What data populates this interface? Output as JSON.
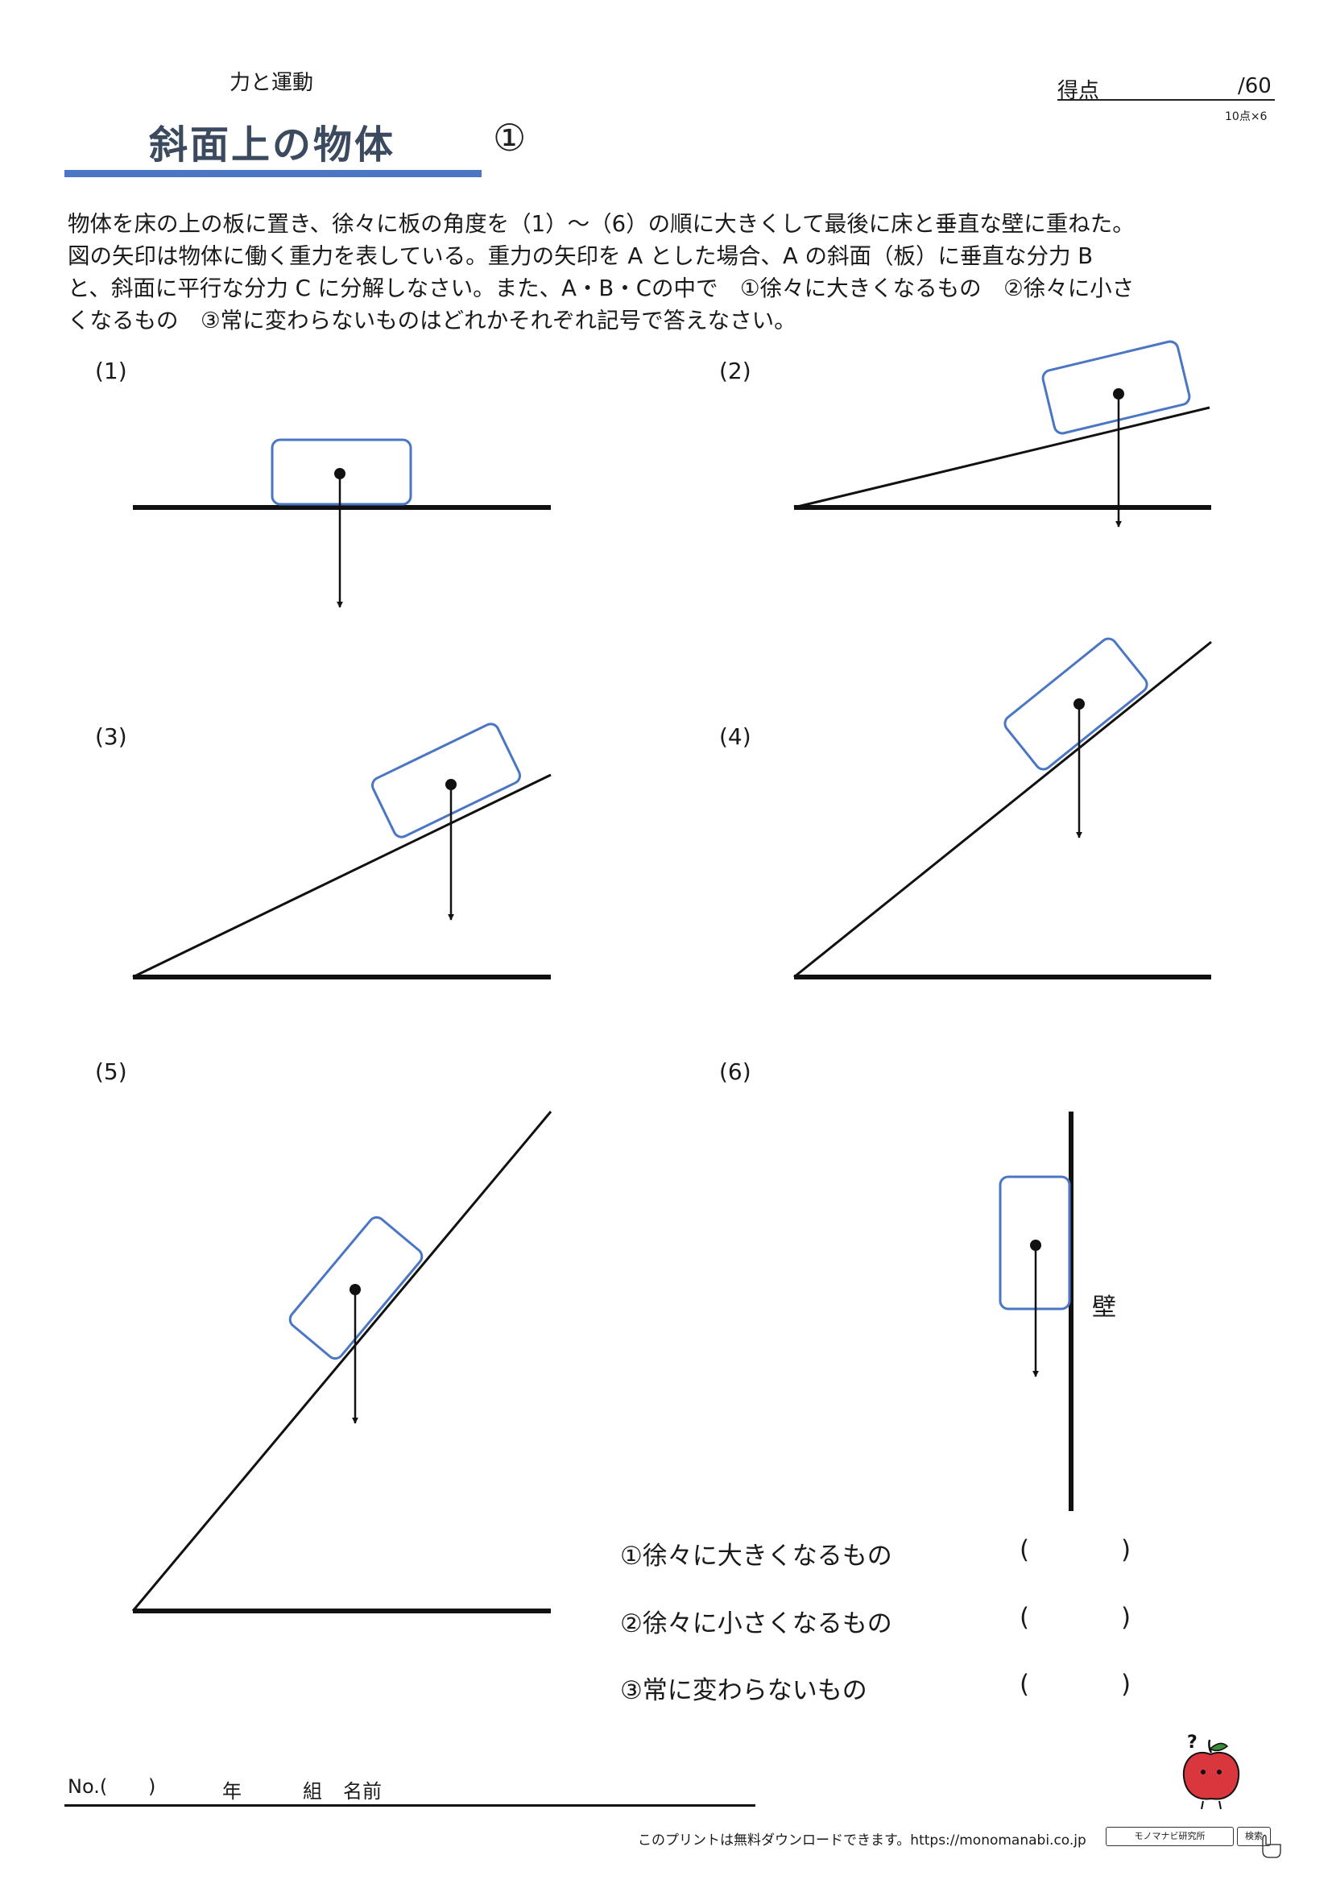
{
  "header": {
    "subject": "力と運動",
    "title": "斜面上の物体",
    "title_number": "①",
    "score_label": "得点",
    "score_total": "/60",
    "score_note": "10点×6"
  },
  "instructions": [
    "物体を床の上の板に置き、徐々に板の角度を（1）～（6）の順に大きくして最後に床と垂直な壁に重ねた。",
    "図の矢印は物体に働く重力を表している。重力の矢印を A とした場合、A の斜面（板）に垂直な分力 B",
    "と、斜面に平行な分力 C に分解しなさい。また、A・B・Cの中で　①徐々に大きくなるもの　②徐々に小さ",
    "くなるもの　③常に変わらないものはどれかそれぞれ記号で答えなさい。"
  ],
  "problems": {
    "p1": "(1)",
    "p2": "(2)",
    "p3": "(3)",
    "p4": "(4)",
    "p5": "(5)",
    "p6": "(6)",
    "wall_label": "壁"
  },
  "answers": [
    {
      "label": "①徐々に大きくなるもの",
      "open": "(",
      "close": ")"
    },
    {
      "label": "②徐々に小さくなるもの",
      "open": "(",
      "close": ")"
    },
    {
      "label": "③常に変わらないもの",
      "open": "(",
      "close": ")"
    }
  ],
  "footer": {
    "no": "No.(",
    "no_close": ")",
    "year": "年",
    "class": "組",
    "name": "名前",
    "print_note": "このプリントは無料ダウンロードできます。https://monomanabi.co.jp",
    "search_box": "モノマナビ研究所",
    "search_button": "検索",
    "mascot_mark": "?"
  },
  "colors": {
    "block_outline": "#4a76c4",
    "title_bar": "#4a76c4",
    "title_text": "#3b4a5e",
    "mascot": "#d9363e"
  }
}
